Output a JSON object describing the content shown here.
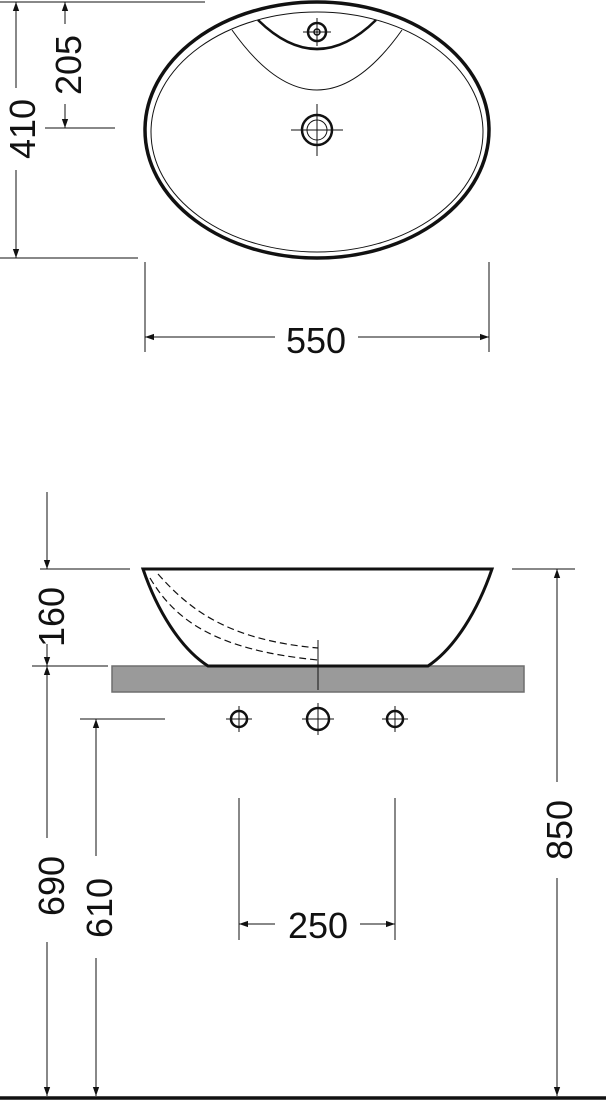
{
  "top_view": {
    "depth_label": "410",
    "tap_offset_label": "205",
    "width_label": "550"
  },
  "side_view": {
    "bowl_height_label": "160",
    "counter_height_label": "690",
    "supply_height_label": "610",
    "total_height_label": "850",
    "supply_spacing_label": "250"
  },
  "colors": {
    "line": "#111111",
    "countertop": "#9a9a9a",
    "countertop_edge": "#6e6e6e",
    "background": "#ffffff"
  }
}
